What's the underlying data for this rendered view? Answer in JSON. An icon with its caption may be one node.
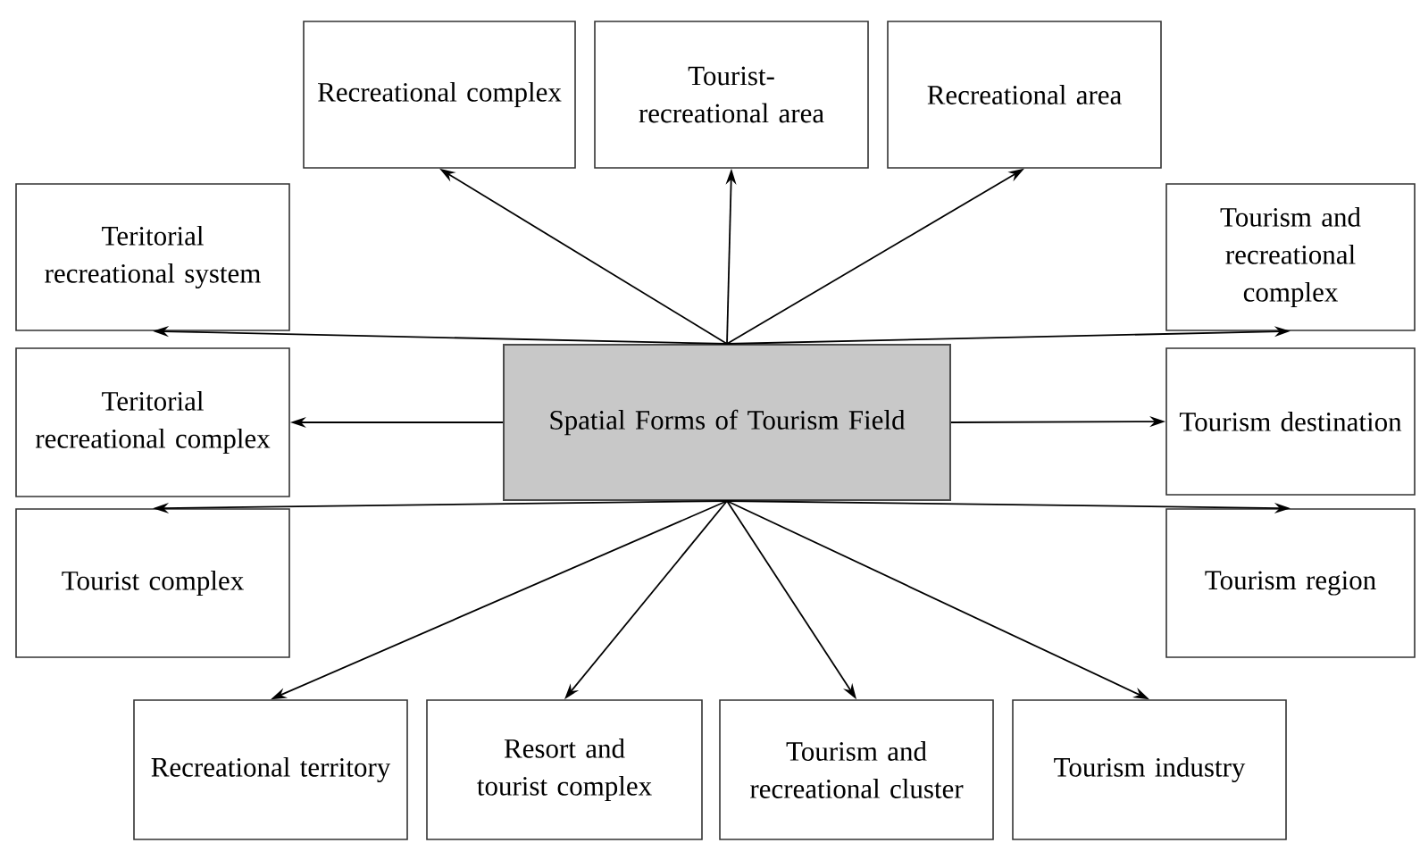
{
  "diagram": {
    "nodes": [
      {
        "text": [
          "Recreational complex"
        ]
      },
      {
        "text": [
          "Tourist- recreational area"
        ]
      },
      {
        "text": [
          "Recreational area"
        ]
      },
      {
        "text": [
          "Teritorial recreational system"
        ]
      },
      {
        "text": [
          "Tourism and recreational complex"
        ]
      },
      {
        "text": [
          "Teritorial recreational complex"
        ]
      },
      {
        "text": [
          "Spatial Forms of Tourism Field"
        ]
      },
      {
        "text": [
          "Tourism destination"
        ]
      },
      {
        "text": [
          "Tourist complex"
        ]
      },
      {
        "text": [
          "Tourism region"
        ]
      },
      {
        "text": [
          "Recreational territory"
        ]
      },
      {
        "text": [
          "Resort and tourist complex"
        ]
      },
      {
        "text": [
          "Tourism and recreational cluster"
        ]
      },
      {
        "text": [
          "Tourism industry"
        ]
      }
    ],
    "edges": [
      {
        "from": 6,
        "to": 0,
        "arrow": "to"
      },
      {
        "from": 6,
        "to": 1,
        "arrow": "to"
      },
      {
        "from": 6,
        "to": 2,
        "arrow": "to"
      },
      {
        "from": 6,
        "to": 3,
        "arrow": "to"
      },
      {
        "from": 6,
        "to": 5,
        "arrow": "to"
      },
      {
        "from": 6,
        "to": 8,
        "arrow": "to"
      },
      {
        "from": 6,
        "to": 4,
        "arrow": "to"
      },
      {
        "from": 6,
        "to": 7,
        "arrow": "to"
      },
      {
        "from": 6,
        "to": 9,
        "arrow": "to"
      },
      {
        "from": 6,
        "to": 10,
        "arrow": "to"
      },
      {
        "from": 6,
        "to": 11,
        "arrow": "to"
      },
      {
        "from": 6,
        "to": 12,
        "arrow": "to"
      },
      {
        "from": 6,
        "to": 13,
        "arrow": "to"
      }
    ]
  }
}
